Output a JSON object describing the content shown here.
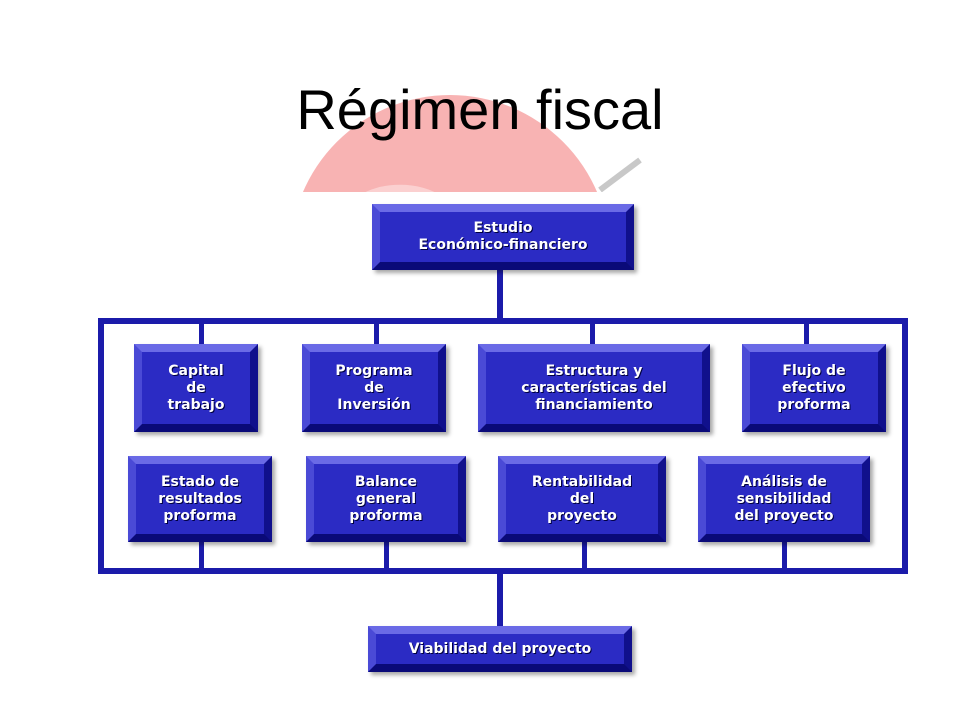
{
  "title": "Régimen fiscal",
  "colors": {
    "box_fill": "#2b2bc4",
    "connector": "#1b1baa",
    "watermark": "#f4a3a3"
  },
  "diagram": {
    "top": "Estudio\nEconómico-financiero",
    "row1": [
      "Capital\nde\ntrabajo",
      "Programa\nde\nInversión",
      "Estructura y\ncaracterísticas del\nfinanciamiento",
      "Flujo de\nefectivo\nproforma"
    ],
    "row2": [
      "Estado de\nresultados\nproforma",
      "Balance\ngeneral\nproforma",
      "Rentabilidad\ndel\nproyecto",
      "Análisis de\nsensibilidad\ndel proyecto"
    ],
    "bottom": "Viabilidad del proyecto"
  }
}
